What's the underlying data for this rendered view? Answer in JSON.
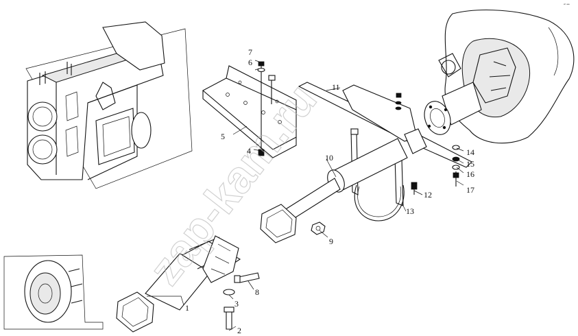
{
  "watermark": "zap-kam.ru",
  "corner_mark": "ᵃ⁰ ᵃᵃᵃ",
  "callouts": [
    "1",
    "2",
    "3",
    "4",
    "5",
    "6",
    "7",
    "8",
    "9",
    "10",
    "11",
    "12",
    "13",
    "14",
    "15",
    "16",
    "17"
  ]
}
